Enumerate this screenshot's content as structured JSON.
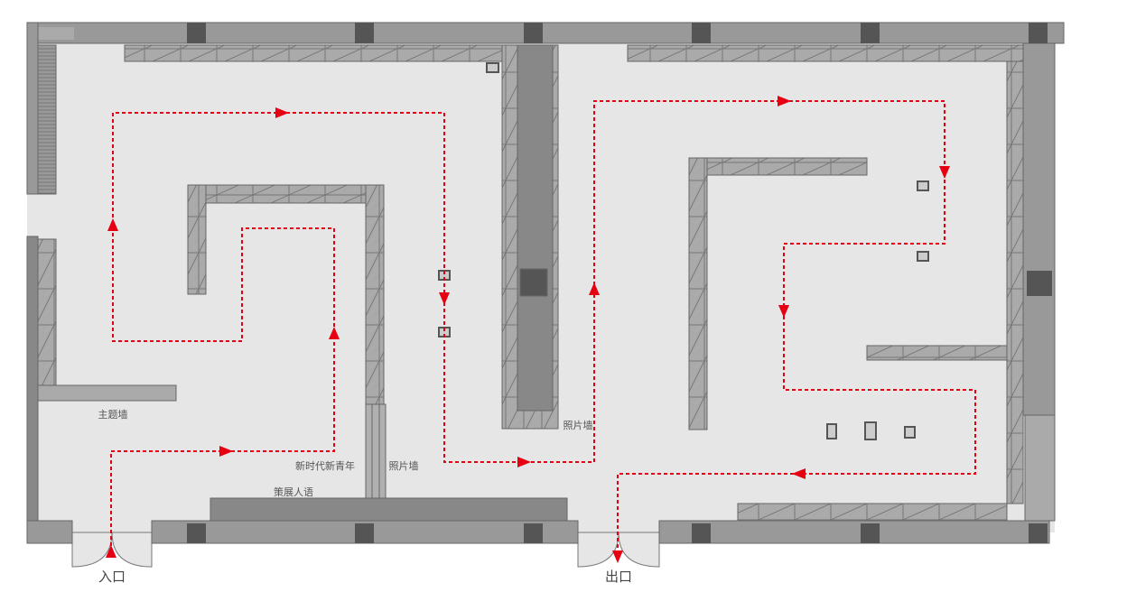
{
  "labels": {
    "theme_wall": "主题墙",
    "new_era": "新时代新青年",
    "photo_wall_left": "照片墙",
    "curator_words": "策展人语",
    "photo_wall_center": "照片墙",
    "entrance": "入口",
    "exit": "出口"
  },
  "colors": {
    "floor": "#e6e6e6",
    "wall": "#999999",
    "pillar": "#555555",
    "exhibit": "#aaaaaa",
    "exhibit_dark": "#888888",
    "route": "#e60012"
  }
}
